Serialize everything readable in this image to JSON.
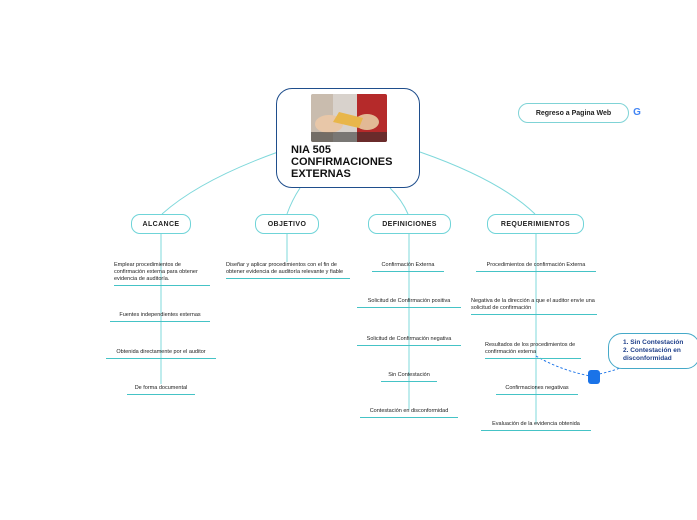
{
  "root": {
    "title": "NIA 505\nCONFIRMACIONES\nEXTERNAS"
  },
  "link_button": {
    "label": "Regreso a Pagina Web",
    "icon": "google-icon"
  },
  "branches": {
    "alcance": {
      "label": "ALCANCE",
      "items": [
        "Emplear procedimientos de confirmación externa para obtener evidencia de auditoría.",
        "Fuentes independientes externas",
        "Obtenida directamente por el auditor",
        "De forma documental"
      ]
    },
    "objetivo": {
      "label": "OBJETIVO",
      "items": [
        "Diseñar y aplicar procedimientos con el fin de obtener evidencia de auditoría relevante y fiable"
      ]
    },
    "definiciones": {
      "label": "DEFINICIONES",
      "items": [
        "Confirmación Externa",
        "Solicitud de Confirmación positiva",
        "Solicitud de Confirmación negativa",
        "Sin Contestación",
        "Contestación en disconformidad"
      ]
    },
    "requerimientos": {
      "label": "REQUERIMIENTOS",
      "items": [
        "Procedimientos de confirmación Externa",
        "Negativa de la dirección a que el auditor envíe una solicitud de confirmación",
        "Resultados de los procedimientos de confirmación externa",
        "Confirmaciones negativas",
        "Evaluación de la evidencia obtenida"
      ]
    }
  },
  "callout": {
    "text": "1. Sin Contestación\n2. Contestación en\ndisconformidad"
  },
  "colors": {
    "accent": "#45c3c6",
    "branch_border": "#6fd4d8",
    "root_border": "#1f4e8c",
    "callout_text": "#1f3f8a",
    "handle": "#1a73e8"
  }
}
